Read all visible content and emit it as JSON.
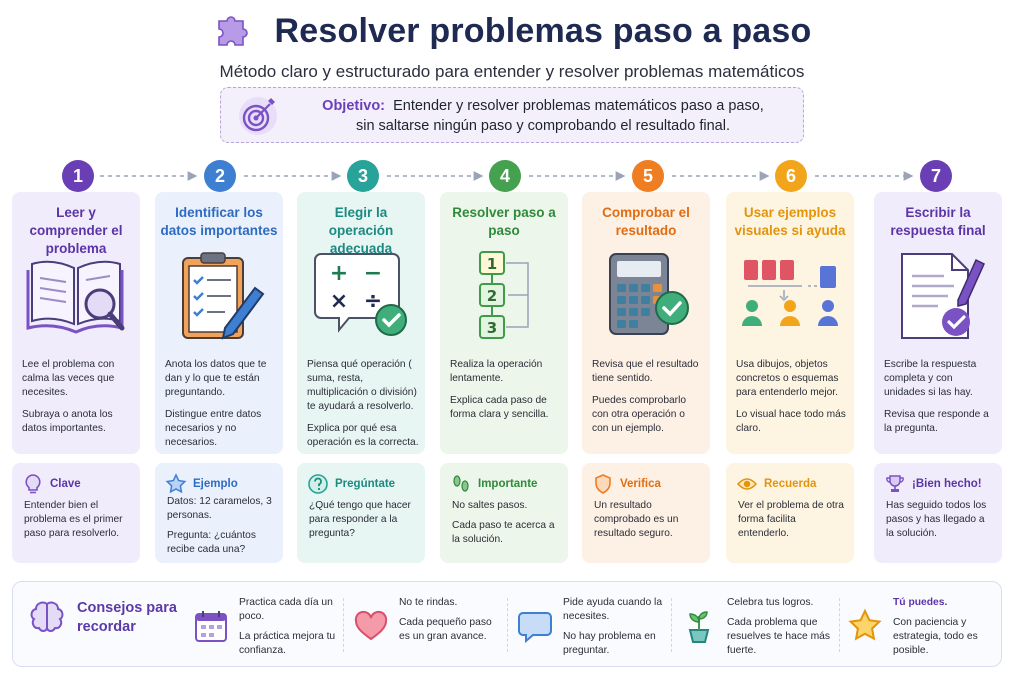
{
  "header": {
    "title": "Resolver problemas paso a paso",
    "subtitle": "Método claro y estructurado para entender y resolver problemas matemáticos"
  },
  "objective": {
    "label": "Objetivo:",
    "line1": "Entender y resolver problemas matemáticos paso a paso,",
    "line2": "sin saltarse ningún paso y comprobando el resultado final."
  },
  "steps": [
    {
      "num": "1",
      "title": "Leer y comprender el problema",
      "body": [
        "Lee el problema con calma las veces que necesites.",
        "Subraya o anota los datos importantes."
      ]
    },
    {
      "num": "2",
      "title": "Identificar los datos importantes",
      "body": [
        "Anota los datos que te dan y lo que te están preguntando.",
        "Distingue entre datos necesarios y no necesarios."
      ]
    },
    {
      "num": "3",
      "title": "Elegir la operación adecuada",
      "body": [
        "Piensa qué operación ( suma, resta, multiplicación o división) te ayudará a resolverlo.",
        "Explica por qué esa operación es la correcta."
      ]
    },
    {
      "num": "4",
      "title": "Resolver paso a paso",
      "body": [
        "Realiza la operación lentamente.",
        "Explica cada paso de forma clara y sencilla."
      ]
    },
    {
      "num": "5",
      "title": "Comprobar el resultado",
      "body": [
        "Revisa que el resultado tiene sentido.",
        "Puedes comprobarlo con otra operación o con un ejemplo."
      ]
    },
    {
      "num": "6",
      "title": "Usar ejemplos visuales si ayuda",
      "body": [
        "Usa dibujos, objetos concretos o esquemas para entenderlo mejor.",
        "Lo visual hace todo más claro."
      ]
    },
    {
      "num": "7",
      "title": "Escribir la respuesta final",
      "body": [
        "Escribe la respuesta completa y con unidades si las hay.",
        "Revisa que responde a la pregunta."
      ]
    }
  ],
  "calc_symbols": {
    "plus": "+",
    "minus": "−",
    "times": "×",
    "divide": "÷"
  },
  "mini_steps": [
    "1",
    "2",
    "3"
  ],
  "tips": [
    {
      "label": "Clave",
      "body": [
        "Entender bien el problema es el primer paso para resolverlo."
      ]
    },
    {
      "label": "Ejemplo",
      "body": [
        "Datos: 12 caramelos, 3 personas.",
        "Pregunta: ¿cuántos recibe cada una?"
      ]
    },
    {
      "label": "Pregúntate",
      "body": [
        "¿Qué tengo que hacer para responder a la pregunta?"
      ]
    },
    {
      "label": "Importante",
      "body": [
        "No saltes pasos.",
        "Cada paso te acerca a la solución."
      ]
    },
    {
      "label": "Verifica",
      "body": [
        "Un resultado comprobado es un resultado seguro."
      ]
    },
    {
      "label": "Recuerda",
      "body": [
        "Ver el problema de otra forma facilita entenderlo."
      ]
    },
    {
      "label": "¡Bien hecho!",
      "body": [
        "Has seguido todos los pasos y has llegado a la solución."
      ]
    }
  ],
  "advice": {
    "title": "Consejos para recordar",
    "items": [
      {
        "lines": [
          "Practica cada día un poco.",
          "La práctica mejora tu confianza."
        ]
      },
      {
        "lines": [
          "No te rindas.",
          "Cada pequeño paso es un gran avance."
        ]
      },
      {
        "lines": [
          "Pide ayuda cuando la necesites.",
          "No hay problema en preguntar."
        ]
      },
      {
        "lines": [
          "Celebra tus logros.",
          "Cada problema que resuelves te hace más fuerte."
        ]
      },
      {
        "lines": [
          "Tú puedes.",
          "Con paciencia y estrategia, todo es posible."
        ]
      }
    ]
  },
  "colors": {
    "step1": "#6a3fb5",
    "step2": "#3f7fd1",
    "step3": "#27a39a",
    "step4": "#45a04f",
    "step5": "#ef7d22",
    "step6": "#f2a51a",
    "step7": "#6a3fb5"
  }
}
